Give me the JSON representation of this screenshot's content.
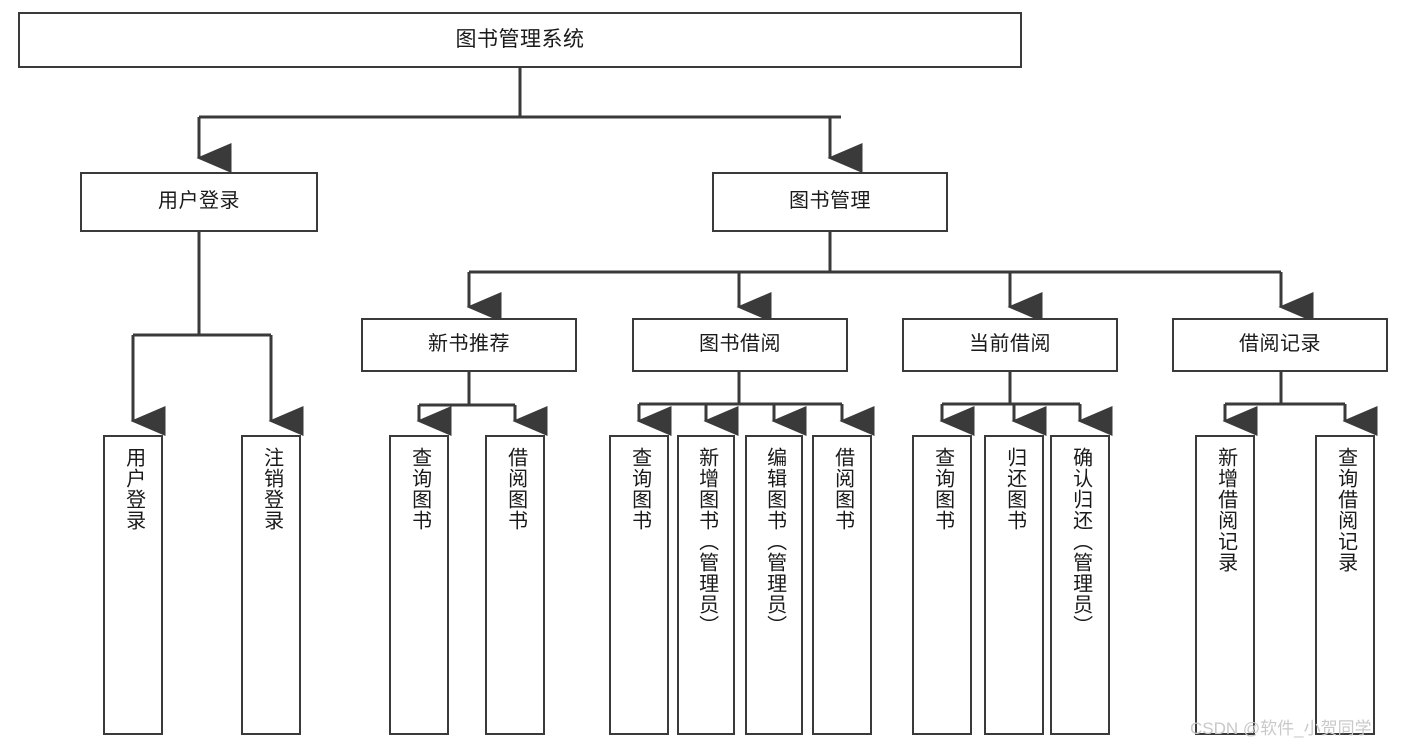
{
  "diagram": {
    "title_box": {
      "label": "图书管理系统"
    },
    "level2": [
      {
        "id": "user-login",
        "label": "用户登录"
      },
      {
        "id": "book-management",
        "label": "图书管理"
      }
    ],
    "level3": [
      {
        "id": "new-book-recommend",
        "label": "新书推荐"
      },
      {
        "id": "book-borrow",
        "label": "图书借阅"
      },
      {
        "id": "current-borrow",
        "label": "当前借阅"
      },
      {
        "id": "borrow-record",
        "label": "借阅记录"
      }
    ],
    "leaves": [
      {
        "id": "leaf-user-login",
        "label": "用户登录",
        "parent": "user-login"
      },
      {
        "id": "leaf-logout-login",
        "label": "注销登录",
        "parent": "user-login"
      },
      {
        "id": "leaf-query-book-1",
        "label": "查询图书",
        "parent": "new-book-recommend"
      },
      {
        "id": "leaf-borrow-book-1",
        "label": "借阅图书",
        "parent": "new-book-recommend"
      },
      {
        "id": "leaf-query-book-2",
        "label": "查询图书",
        "parent": "book-borrow"
      },
      {
        "id": "leaf-add-book",
        "label": "新增图书（管理员）",
        "parent": "book-borrow"
      },
      {
        "id": "leaf-edit-book",
        "label": "编辑图书（管理员）",
        "parent": "book-borrow"
      },
      {
        "id": "leaf-borrow-book-2",
        "label": "借阅图书",
        "parent": "book-borrow"
      },
      {
        "id": "leaf-query-book-3",
        "label": "查询图书",
        "parent": "current-borrow"
      },
      {
        "id": "leaf-return-book",
        "label": "归还图书",
        "parent": "current-borrow"
      },
      {
        "id": "leaf-confirm-return",
        "label": "确认归还（管理员）",
        "parent": "current-borrow"
      },
      {
        "id": "leaf-add-record",
        "label": "新增借阅记录",
        "parent": "borrow-record"
      },
      {
        "id": "leaf-query-record",
        "label": "查询借阅记录",
        "parent": "borrow-record"
      }
    ],
    "watermark": "CSDN @软件_小贺同学",
    "colors": {
      "stroke": "#3a3a3a",
      "background": "#ffffff",
      "text": "#1a1a1a",
      "watermark": "#c9c9c9"
    }
  }
}
